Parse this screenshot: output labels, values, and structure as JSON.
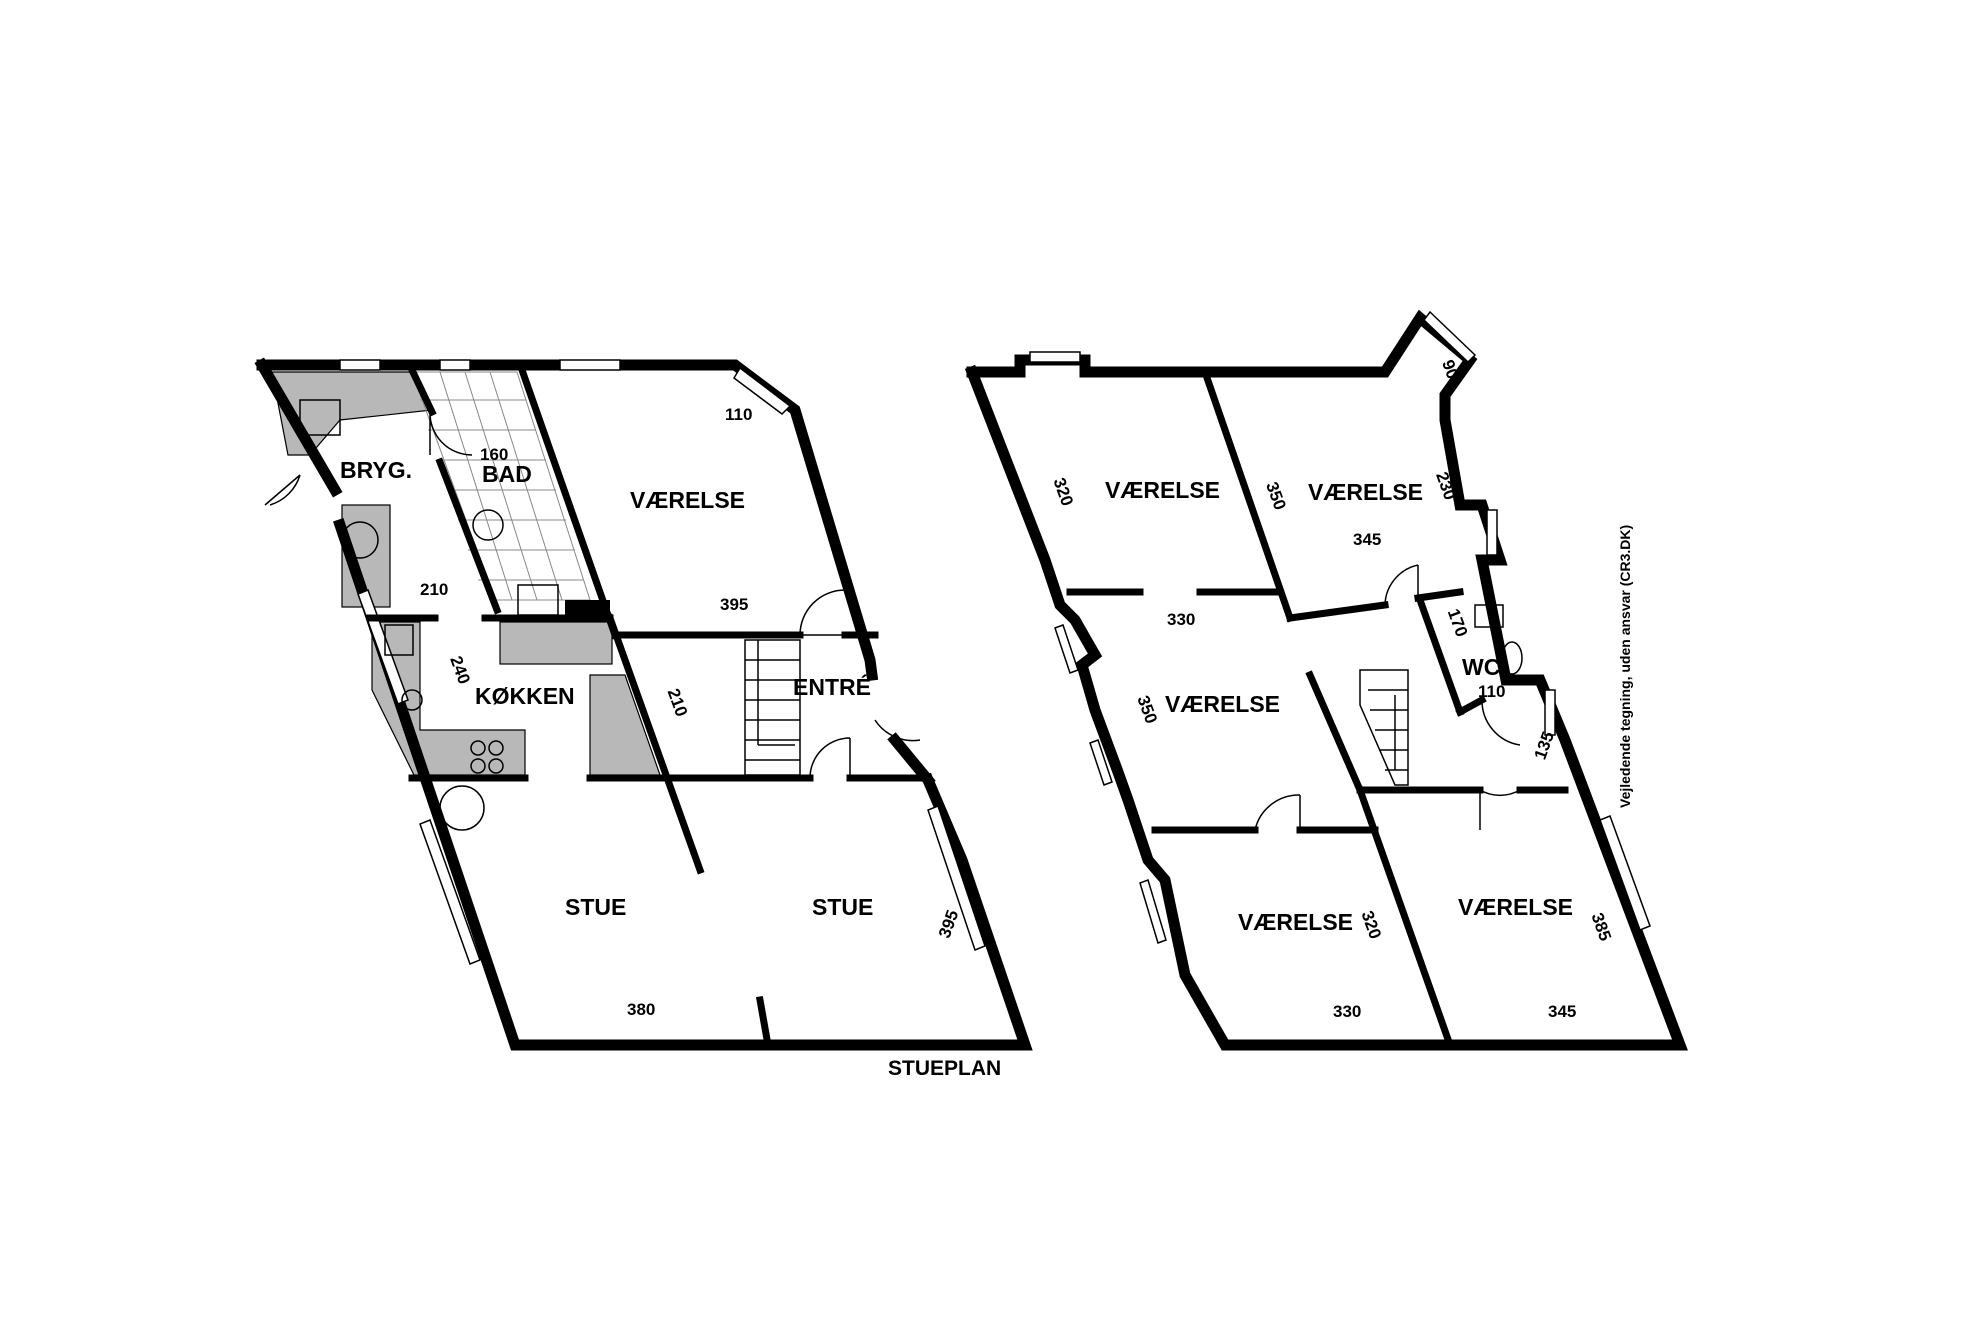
{
  "ground_floor": {
    "title": "STUEPLAN",
    "rooms": {
      "bryg": "BRYG.",
      "bad": "BAD",
      "vaerelse": "VÆRELSE",
      "koekken": "KØKKEN",
      "entre": "ENTRÉ",
      "stue_left": "STUE",
      "stue_right": "STUE"
    },
    "dimensions": {
      "bad_width": "160",
      "vaerelse_corner": "110",
      "vaerelse_width": "395",
      "bryg_width": "210",
      "koekken_depth": "240",
      "koekken_width": "210",
      "stue_width": "380",
      "stue_depth": "395"
    }
  },
  "upper_floor": {
    "rooms": {
      "vaerelse_nw": "VÆRELSE",
      "vaerelse_ne": "VÆRELSE",
      "vaerelse_mid": "VÆRELSE",
      "vaerelse_sw": "VÆRELSE",
      "vaerelse_se": "VÆRELSE",
      "wc": "WC"
    },
    "dimensions": {
      "nw_depth": "320",
      "nw_ne_wall": "350",
      "bay": "90",
      "ne_side": "230",
      "ne_width": "345",
      "mid_width": "330",
      "mid_depth": "350",
      "wc_depth": "170",
      "wc_width": "110",
      "hall": "135",
      "sw_depth": "320",
      "sw_width": "330",
      "se_depth": "385",
      "se_width": "345"
    }
  },
  "disclaimer": "Vejledende tegning, uden ansvar (CR3.DK)"
}
